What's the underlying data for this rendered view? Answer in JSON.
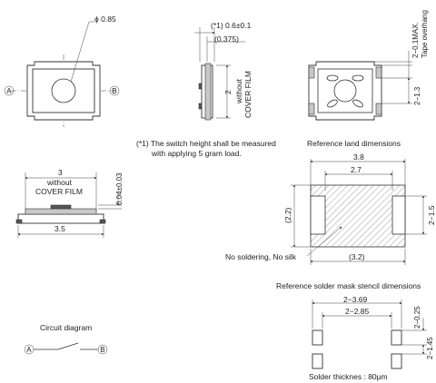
{
  "top_view": {
    "diameter_label": "ϕ 0.85",
    "terminal_a": "A",
    "terminal_b": "B"
  },
  "side_view": {
    "height_label": "(*1) 0.6±0.1",
    "film_label": "(0.375)",
    "width_label": "2",
    "without_label": "without",
    "cover_film_label": "COVER FILM"
  },
  "bottom_view": {
    "overhang_label": "2−0.1MAX.",
    "overhang_text": "Tape overhang",
    "pitch_label": "2−1.3"
  },
  "note": {
    "line1": "(*1) The switch height shall be measured",
    "line2": "with applying 5 gram load."
  },
  "front_view": {
    "width_label": "3",
    "without_label": "without",
    "cover_film_label": "COVER FILM",
    "film_label": "0.04±0.03",
    "total_label": "3.5"
  },
  "land": {
    "title": "Reference land dimensions",
    "outer_label": "3.8",
    "inner_label": "2.7",
    "height_label": "(2.2)",
    "pad_label": "2−1.5",
    "bottom_label": "(3.2)",
    "no_solder_label": "No soldering, No silk"
  },
  "stencil": {
    "title": "Reference solder mask stencil dimensions",
    "outer_label": "2−3.69",
    "inner_label": "2−2.85",
    "pad_w_label": "2−0.25",
    "pad_h_label": "2−1.45",
    "thickness_label": "Solder thicknes : 80μm"
  },
  "circuit": {
    "title": "Circuit diagram",
    "terminal_a": "A",
    "terminal_b": "B"
  }
}
